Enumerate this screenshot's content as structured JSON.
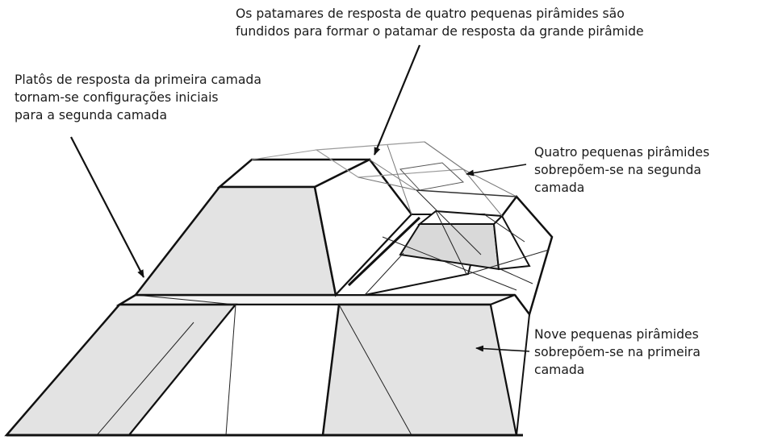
{
  "annotations": {
    "top": {
      "lines": [
        "Os patamares de resposta de quatro pequenas pirâmides são",
        "fundidos para formar o patamar de resposta da grande pirâmide"
      ]
    },
    "left": {
      "lines": [
        "Platôs de resposta da primeira camada",
        "tornam-se configurações iniciais",
        "para a segunda camada"
      ]
    },
    "right_top": {
      "lines": [
        "Quatro pequenas pirâmides",
        "sobrepõem-se na segunda",
        "camada"
      ]
    },
    "right_bottom": {
      "lines": [
        "Nove pequenas pirâmides",
        "sobrepõem-se na primeira",
        "camada"
      ]
    }
  },
  "colors": {
    "face_fill": "#e6e6e6",
    "stroke": "#111111",
    "ghost_stroke": "#9a9a9a"
  }
}
